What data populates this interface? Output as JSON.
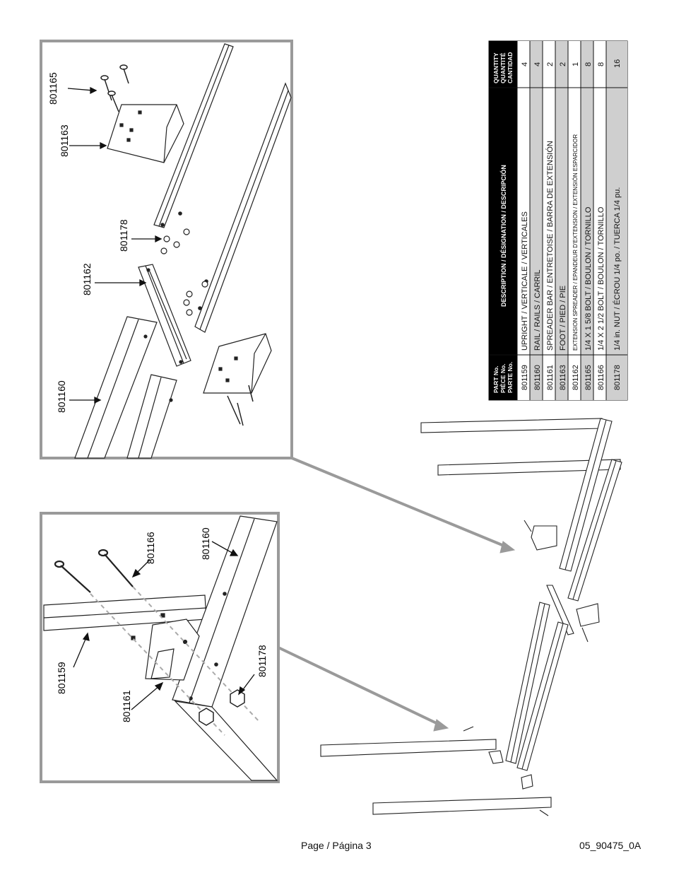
{
  "parts_table": {
    "headers": {
      "part_no": [
        "PART No.",
        "PIÈCE No.",
        "PARTE No."
      ],
      "description": "DESCRIPTION  /  DÉSIGNATION  /  DESCRIPCIÓN",
      "quantity": [
        "QUANTITY",
        "QUANTITÉ",
        "CANTIDAD"
      ]
    },
    "rows": [
      {
        "part_no": "801159",
        "description": "UPRIGHT  /  VERTICALE  /  VERTICALES",
        "qty": "4"
      },
      {
        "part_no": "801160",
        "description": "RAIL  /  RAILS  /  CARRIL",
        "qty": "4"
      },
      {
        "part_no": "801161",
        "description": "SPREADER BAR  /  ENTRETOISE  /  BARRA DE EXTENSIÓN",
        "qty": "2"
      },
      {
        "part_no": "801163",
        "description": "FOOT  /  PIED  /  PIE",
        "qty": "2"
      },
      {
        "part_no": "801162",
        "description": "EXTENSION SPREADER / EPANDEUR D'EXTENSION / EXTENSIÓN ESPARCIDOR",
        "qty": "1"
      },
      {
        "part_no": "801165",
        "description": "1/4 X 1 5/8   BOLT  /  BOULON  /  TORNILLO",
        "qty": "8"
      },
      {
        "part_no": "801166",
        "description": "1/4 X 2 1/2   BOLT  /  BOULON  /  TORNILLO",
        "qty": "8"
      },
      {
        "part_no": "801178",
        "description": "1/4 in.  NUT  /  ÉCROU 1/4 po.  /  TUERCA 1/4 pu.",
        "qty": "16"
      }
    ]
  },
  "top_detail_labels": {
    "label_801165": "801165",
    "label_801163": "801163",
    "label_801178": "801178",
    "label_801162": "801162",
    "label_801160": "801160"
  },
  "bottom_detail_labels": {
    "label_801166": "801166",
    "label_801160": "801160",
    "label_801159": "801159",
    "label_801161": "801161",
    "label_801178": "801178"
  },
  "footer": {
    "page": "Page / Página 3",
    "code": "05_90475_0A"
  }
}
